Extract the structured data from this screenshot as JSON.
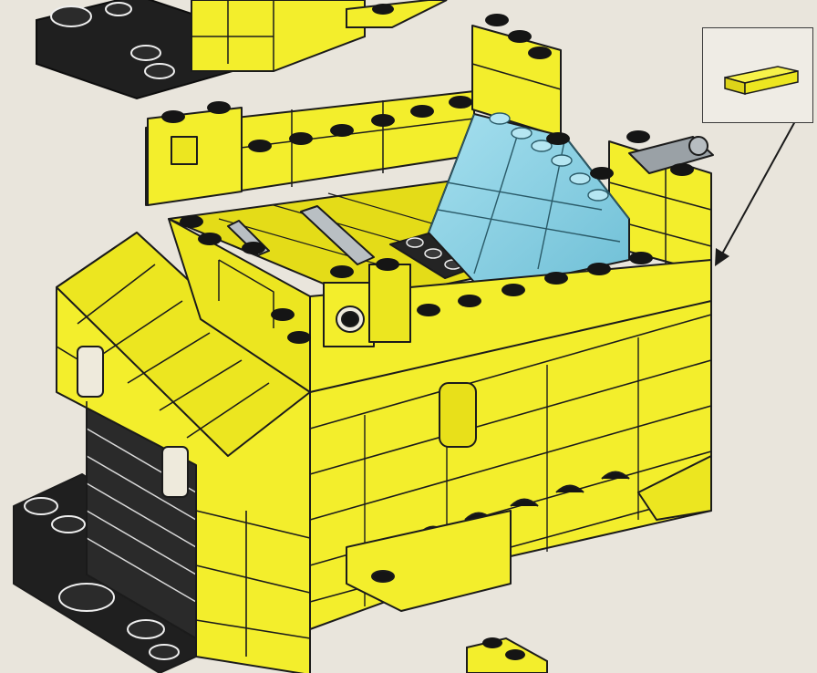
{
  "image": {
    "subject": "yellow-brick-building-model",
    "view": "isometric"
  },
  "palette": {
    "paper": "#e9e5dc",
    "brick_yellow": "#f3ee2c",
    "brick_yellow_dark": "#d8cf12",
    "brick_yellow_shadow": "#c7bd0c",
    "outline": "#1b1b1b",
    "stud_black": "#151515",
    "slope_blue": "#8fd3e6",
    "slope_blue_dark": "#62b6cf",
    "tile_black": "#242424",
    "clip_white": "#eeeadc",
    "grey_part": "#9aa1a6"
  },
  "callout": {
    "part": "yellow-tile-1x2",
    "has_arrow": true
  }
}
